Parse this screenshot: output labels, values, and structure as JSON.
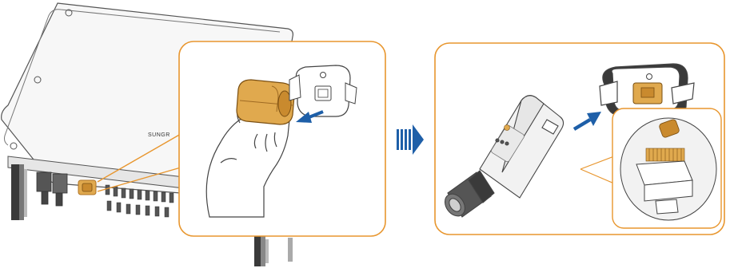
{
  "brand": {
    "logo_text": "SUNGR"
  },
  "colors": {
    "accent_orange": "#E8962E",
    "connector_gold": "#C98A2E",
    "connector_gold_light": "#E0A94E",
    "arrow_blue": "#1E5FA8",
    "line_gray": "#555555",
    "panel_fill": "#F4F4F4"
  },
  "steps": [
    {
      "id": "step-1",
      "description_icon": "remove-waterproof-cap-icon"
    },
    {
      "id": "step-2",
      "description_icon": "insert-rj45-connector-icon"
    }
  ],
  "icons": {
    "flow_arrow": "double-chevron-right-icon",
    "push_arrow": "arrow-left-icon",
    "insert_arrow": "arrow-up-right-icon"
  }
}
